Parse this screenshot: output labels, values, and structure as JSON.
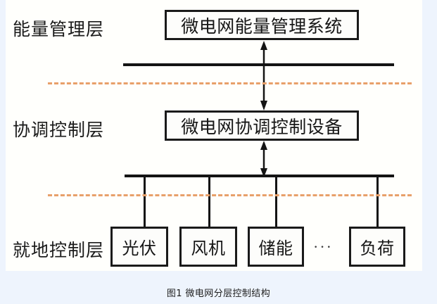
{
  "figure": {
    "caption": "图1 微电网分层控制结构",
    "background_color": "#eef4fd",
    "panel_color": "#fffffc",
    "line_color": "#141414",
    "dashed_color": "#e8a06a"
  },
  "layers": [
    {
      "id": "energy-management",
      "label": "能量管理层",
      "node": "微电网能量管理系统"
    },
    {
      "id": "coordinated-control",
      "label": "协调控制层",
      "node": "微电网协调控制设备"
    },
    {
      "id": "local-control",
      "label": "就地控制层",
      "node": ""
    }
  ],
  "devices": [
    {
      "id": "pv",
      "label": "光伏"
    },
    {
      "id": "wind-turbine",
      "label": "风机"
    },
    {
      "id": "energy-storage",
      "label": "储能"
    },
    {
      "id": "load",
      "label": "负荷"
    }
  ],
  "ellipsis": "···",
  "connectors": [
    {
      "id": "ems-to-coordinator",
      "direction": "bidirectional"
    },
    {
      "id": "coordinator-to-bus",
      "direction": "bidirectional"
    }
  ]
}
